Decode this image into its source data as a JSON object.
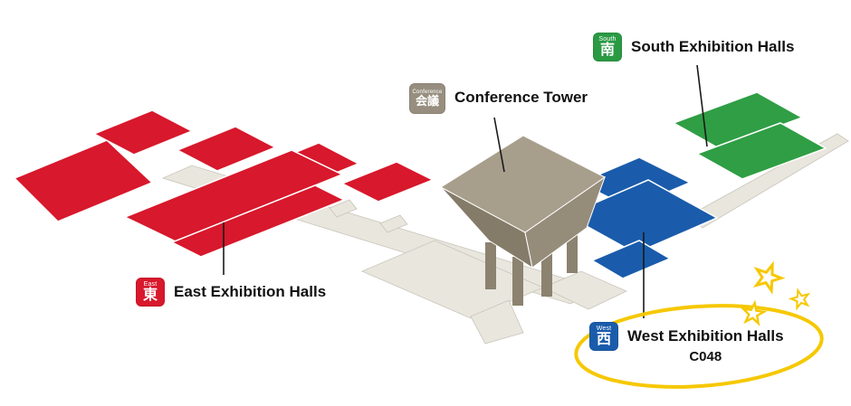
{
  "legend": {
    "south": {
      "badge_label": "South",
      "badge_kanji": "南",
      "name": "South Exhibition Halls",
      "color": "#2a9a43"
    },
    "conference": {
      "badge_label": "Conference",
      "badge_kanji": "会議",
      "name": "Conference Tower",
      "color": "#978e7f"
    },
    "east": {
      "badge_label": "East",
      "badge_kanji": "東",
      "name": "East Exhibition Halls",
      "color": "#d8182c"
    },
    "west": {
      "badge_label": "West",
      "badge_kanji": "西",
      "name": "West Exhibition Halls",
      "booth": "C048",
      "color": "#1a5cab"
    }
  },
  "map_colors": {
    "east_halls": "#d8182c",
    "south_halls": "#2f9e44",
    "west_halls": "#1a5cab",
    "tower_top": "#a89e8c",
    "tower_side_left": "#857b69",
    "tower_side_right": "#968c7a",
    "tower_leg": "#8c8270",
    "concourse": "#e9e6de",
    "concourse_edge": "#cfccc2",
    "leader_line": "#1a1a1a",
    "highlight": "#f6c800",
    "star_fill": "#ffffff"
  }
}
